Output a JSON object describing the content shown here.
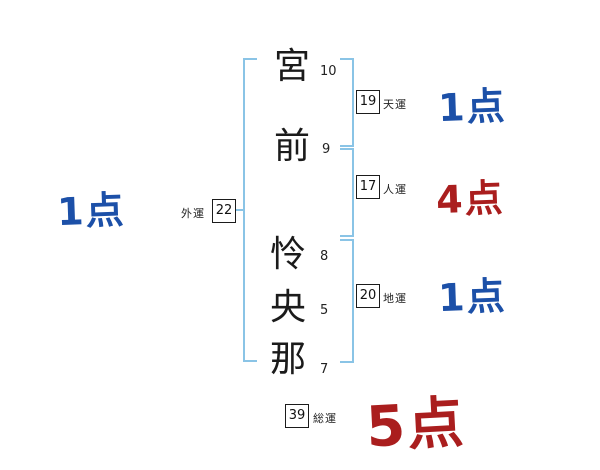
{
  "name_chars": [
    {
      "char": "宮",
      "strokes": "10"
    },
    {
      "char": "前",
      "strokes": "9"
    },
    {
      "char": "怜",
      "strokes": "8"
    },
    {
      "char": "央",
      "strokes": "5"
    },
    {
      "char": "那",
      "strokes": "7"
    }
  ],
  "fortunes": {
    "ten": {
      "label": "天運",
      "value": "19",
      "score": "1点"
    },
    "jin": {
      "label": "人運",
      "value": "17",
      "score": "4点"
    },
    "chi": {
      "label": "地運",
      "value": "20",
      "score": "1点"
    },
    "gai": {
      "label": "外運",
      "value": "22",
      "score": "1点"
    },
    "sou": {
      "label": "総運",
      "value": "39",
      "score": "5点"
    }
  },
  "colors": {
    "blue": "#1c50a8",
    "red": "#aa1e1e",
    "bracket": "#8ac4e6"
  }
}
